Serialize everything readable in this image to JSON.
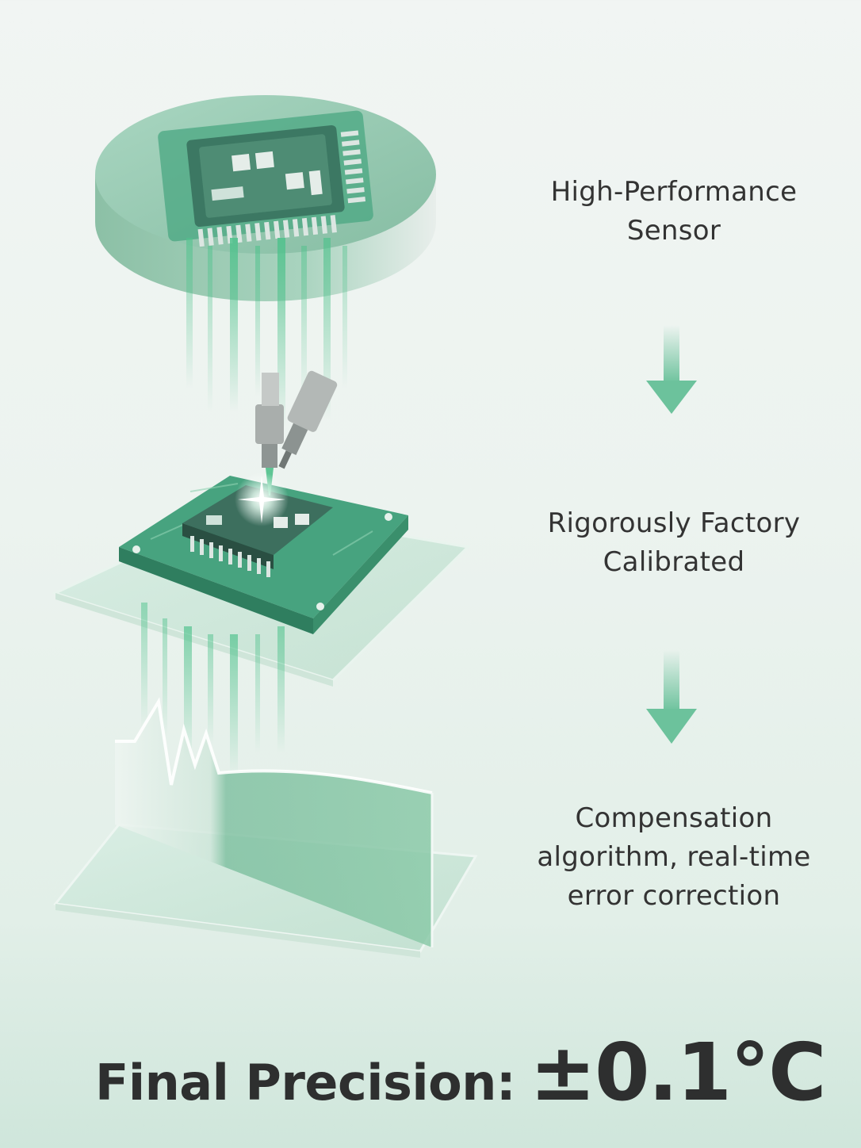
{
  "steps": [
    {
      "lines": [
        "High-Performance",
        "Sensor"
      ]
    },
    {
      "lines": [
        "Rigorously Factory",
        "Calibrated"
      ]
    },
    {
      "lines": [
        "Compensation",
        "algorithm, real-time",
        "error correction"
      ]
    }
  ],
  "final": {
    "label": "Final Precision:",
    "value": "±0.1°C"
  },
  "colors": {
    "accent": "#6cc29c",
    "disc": "#8fc7ad",
    "pcb": "#3f9b76",
    "text": "#2f3130"
  },
  "icons": [
    "sensor-disc-illustration",
    "calibration-board-illustration",
    "compensation-graph-illustration",
    "down-arrow-icon"
  ]
}
